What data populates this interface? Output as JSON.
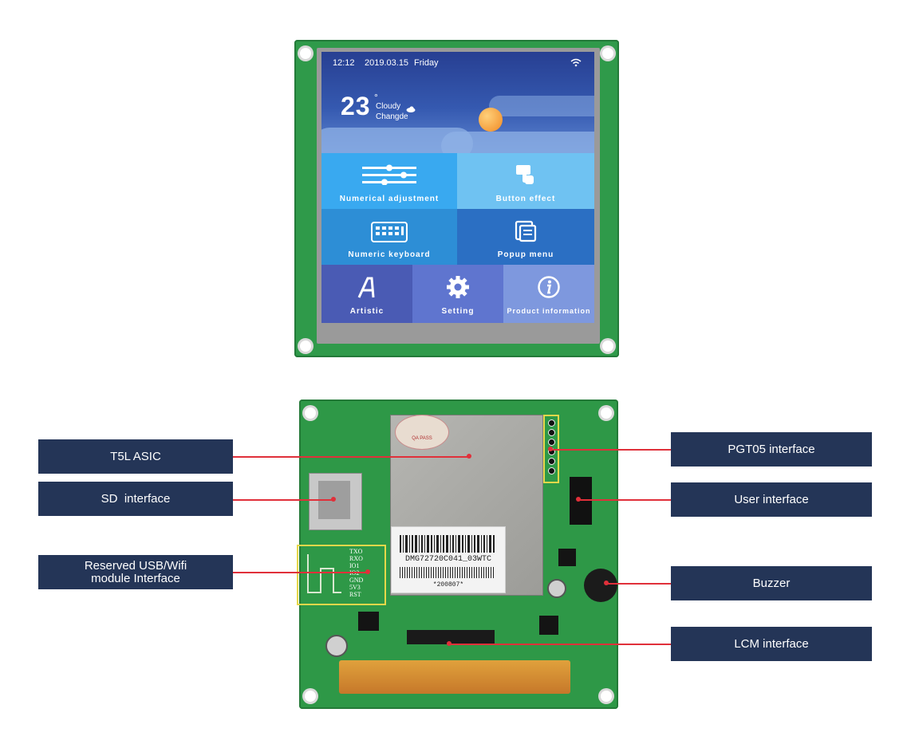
{
  "screen": {
    "time": "12:12",
    "date": "2019.03.15",
    "weekday": "Friday",
    "temperature": "23",
    "degree": "°",
    "condition": "Cloudy",
    "city": "Changde"
  },
  "tiles": [
    {
      "label": "Numerical adjustment",
      "icon": "sliders-icon",
      "color": "#39a9f0"
    },
    {
      "label": "Button effect",
      "icon": "hand-press-icon",
      "color": "#6fc2f2"
    },
    {
      "label": "Numeric keyboard",
      "icon": "keyboard-icon",
      "color": "#2d8ed6"
    },
    {
      "label": "Popup menu",
      "icon": "popup-window-icon",
      "color": "#2b6fc3"
    },
    {
      "label": "Artistic",
      "icon": "artistic-a-icon",
      "color": "#4a5bb4"
    },
    {
      "label": "Setting",
      "icon": "gear-icon",
      "color": "#5f75cf"
    },
    {
      "label": "Product information",
      "icon": "info-icon",
      "color": "#7e98de"
    }
  ],
  "board": {
    "part_number": "DMG72720C041_03WTC",
    "lot": "*200807*",
    "qa_stamp": "QA PASS",
    "usb_pins": [
      "TXO",
      "RXO",
      "IO1",
      "IO2",
      "GND",
      "5V3",
      "RST"
    ]
  },
  "callouts": {
    "t5l_asic": "T5L ASIC",
    "sd_interface": "SD  interface",
    "usb_wifi_line1": "Reserved USB/Wifi",
    "usb_wifi_line2": "module Interface",
    "pgt05": "PGT05 interface",
    "user_interface": "User interface",
    "buzzer": "Buzzer",
    "lcm": "LCM interface"
  },
  "colors": {
    "callout_bg": "#243557",
    "leader_line": "#e0303a",
    "pcb_green": "#2f9a4a",
    "highlight_box": "#e6d84a"
  }
}
